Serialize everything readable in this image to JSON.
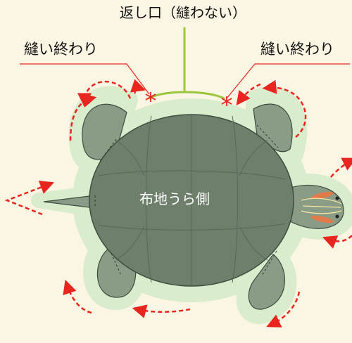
{
  "labels": {
    "opening": "返し口（縫わない）",
    "sewing_end_left": "縫い終わり",
    "sewing_end_right": "縫い終わり",
    "fabric_back": "布地うら側"
  },
  "colors": {
    "background": "#fbf6e3",
    "seam_allowance": "#d9eccc",
    "body_fill": "#8a9c86",
    "shell_fill": "#6e7f6c",
    "shell_lines": "#58685a",
    "body_outline": "#3f4d40",
    "opening_marker": "#9ac53c",
    "sewing_direction": "#e8261f",
    "label_text": "#111111",
    "center_text": "#ffffff"
  },
  "icons": {
    "sewing_end_mark": "asterisk-icon",
    "direction_arrow": "dashed-arrow-icon"
  }
}
